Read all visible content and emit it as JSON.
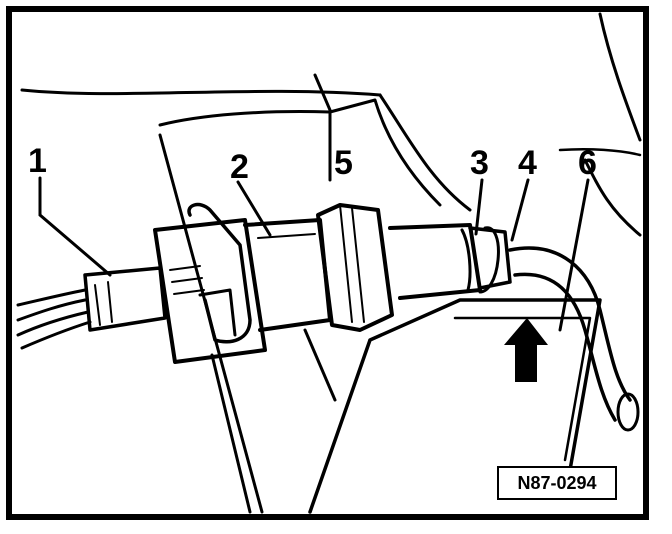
{
  "callouts": {
    "c1": "1",
    "c2": "2",
    "c3": "3",
    "c4": "4",
    "c5": "5",
    "c6": "6"
  },
  "reference_code": "N87-0294"
}
